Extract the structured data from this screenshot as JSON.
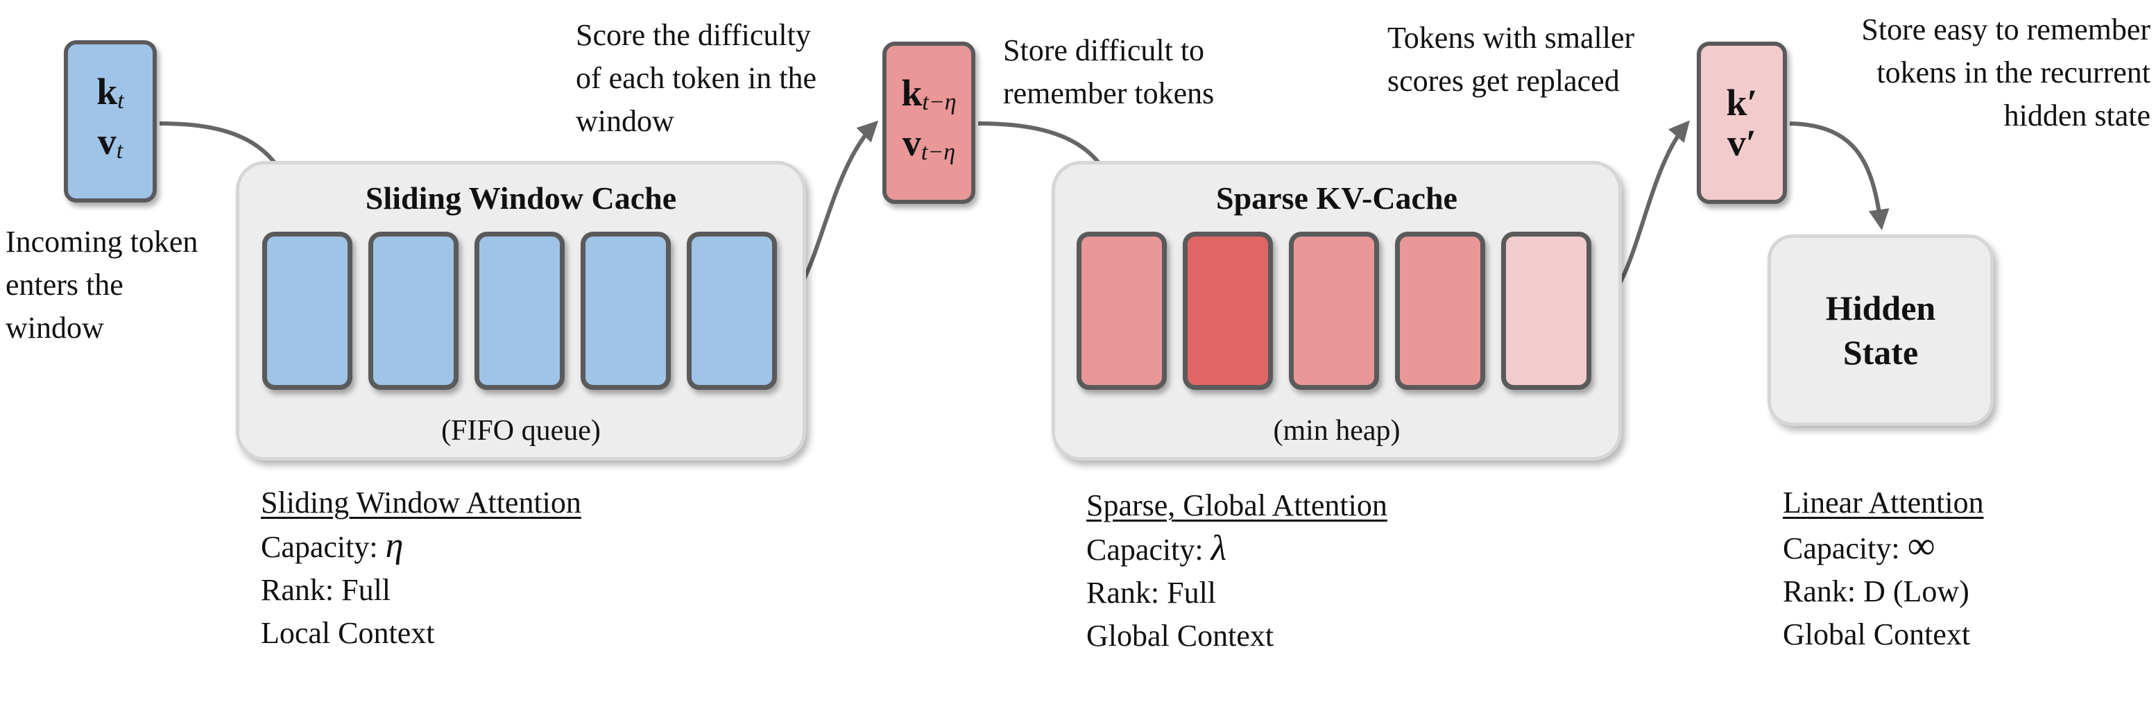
{
  "colors": {
    "blue": "#a0c3e8",
    "red_light": "#f2cccc",
    "red_medium": "#e99797",
    "red_strong": "#e06666",
    "arrow": "#666666",
    "container_bg": "#ededed"
  },
  "incoming_token": {
    "k": "k",
    "k_sub": "t",
    "v": "v",
    "v_sub": "t"
  },
  "incoming_caption": [
    "Incoming token",
    "enters the",
    "window"
  ],
  "sliding_window": {
    "title": "Sliding Window Cache",
    "subtitle": "(FIFO queue)",
    "slot_colors": [
      "#a0c3e8",
      "#a0c3e8",
      "#a0c3e8",
      "#a0c3e8",
      "#a0c3e8"
    ]
  },
  "score_caption": [
    "Score the difficulty",
    "of each token in the",
    "window"
  ],
  "evicted_token": {
    "k": "k",
    "k_sub": "t−η",
    "v": "v",
    "v_sub": "t−η"
  },
  "store_difficult_caption": [
    "Store difficult to",
    "remember tokens"
  ],
  "sparse_cache": {
    "title": "Sparse KV-Cache",
    "subtitle": "(min heap)",
    "slot_colors": [
      "#e99797",
      "#e06666",
      "#e99797",
      "#e99797",
      "#f2cccc"
    ]
  },
  "replaced_caption": [
    "Tokens with smaller",
    "scores get replaced"
  ],
  "replaced_token": {
    "k": "k′",
    "v": "v′"
  },
  "store_easy_caption": [
    "Store easy to remember",
    "tokens in the recurrent",
    "hidden state"
  ],
  "hidden_state": {
    "line1": "Hidden",
    "line2": "State"
  },
  "sections": [
    {
      "heading": "Sliding Window Attention",
      "capacity_label": "Capacity: ",
      "capacity_symbol": "η",
      "rank": "Rank: Full",
      "context": "Local Context"
    },
    {
      "heading": "Sparse, Global Attention",
      "capacity_label": "Capacity: ",
      "capacity_symbol": "λ",
      "rank": "Rank: Full",
      "context": "Global Context"
    },
    {
      "heading": "Linear Attention",
      "capacity_label": "Capacity: ",
      "capacity_symbol": "∞",
      "rank": "Rank: D (Low)",
      "context": "Global Context"
    }
  ]
}
